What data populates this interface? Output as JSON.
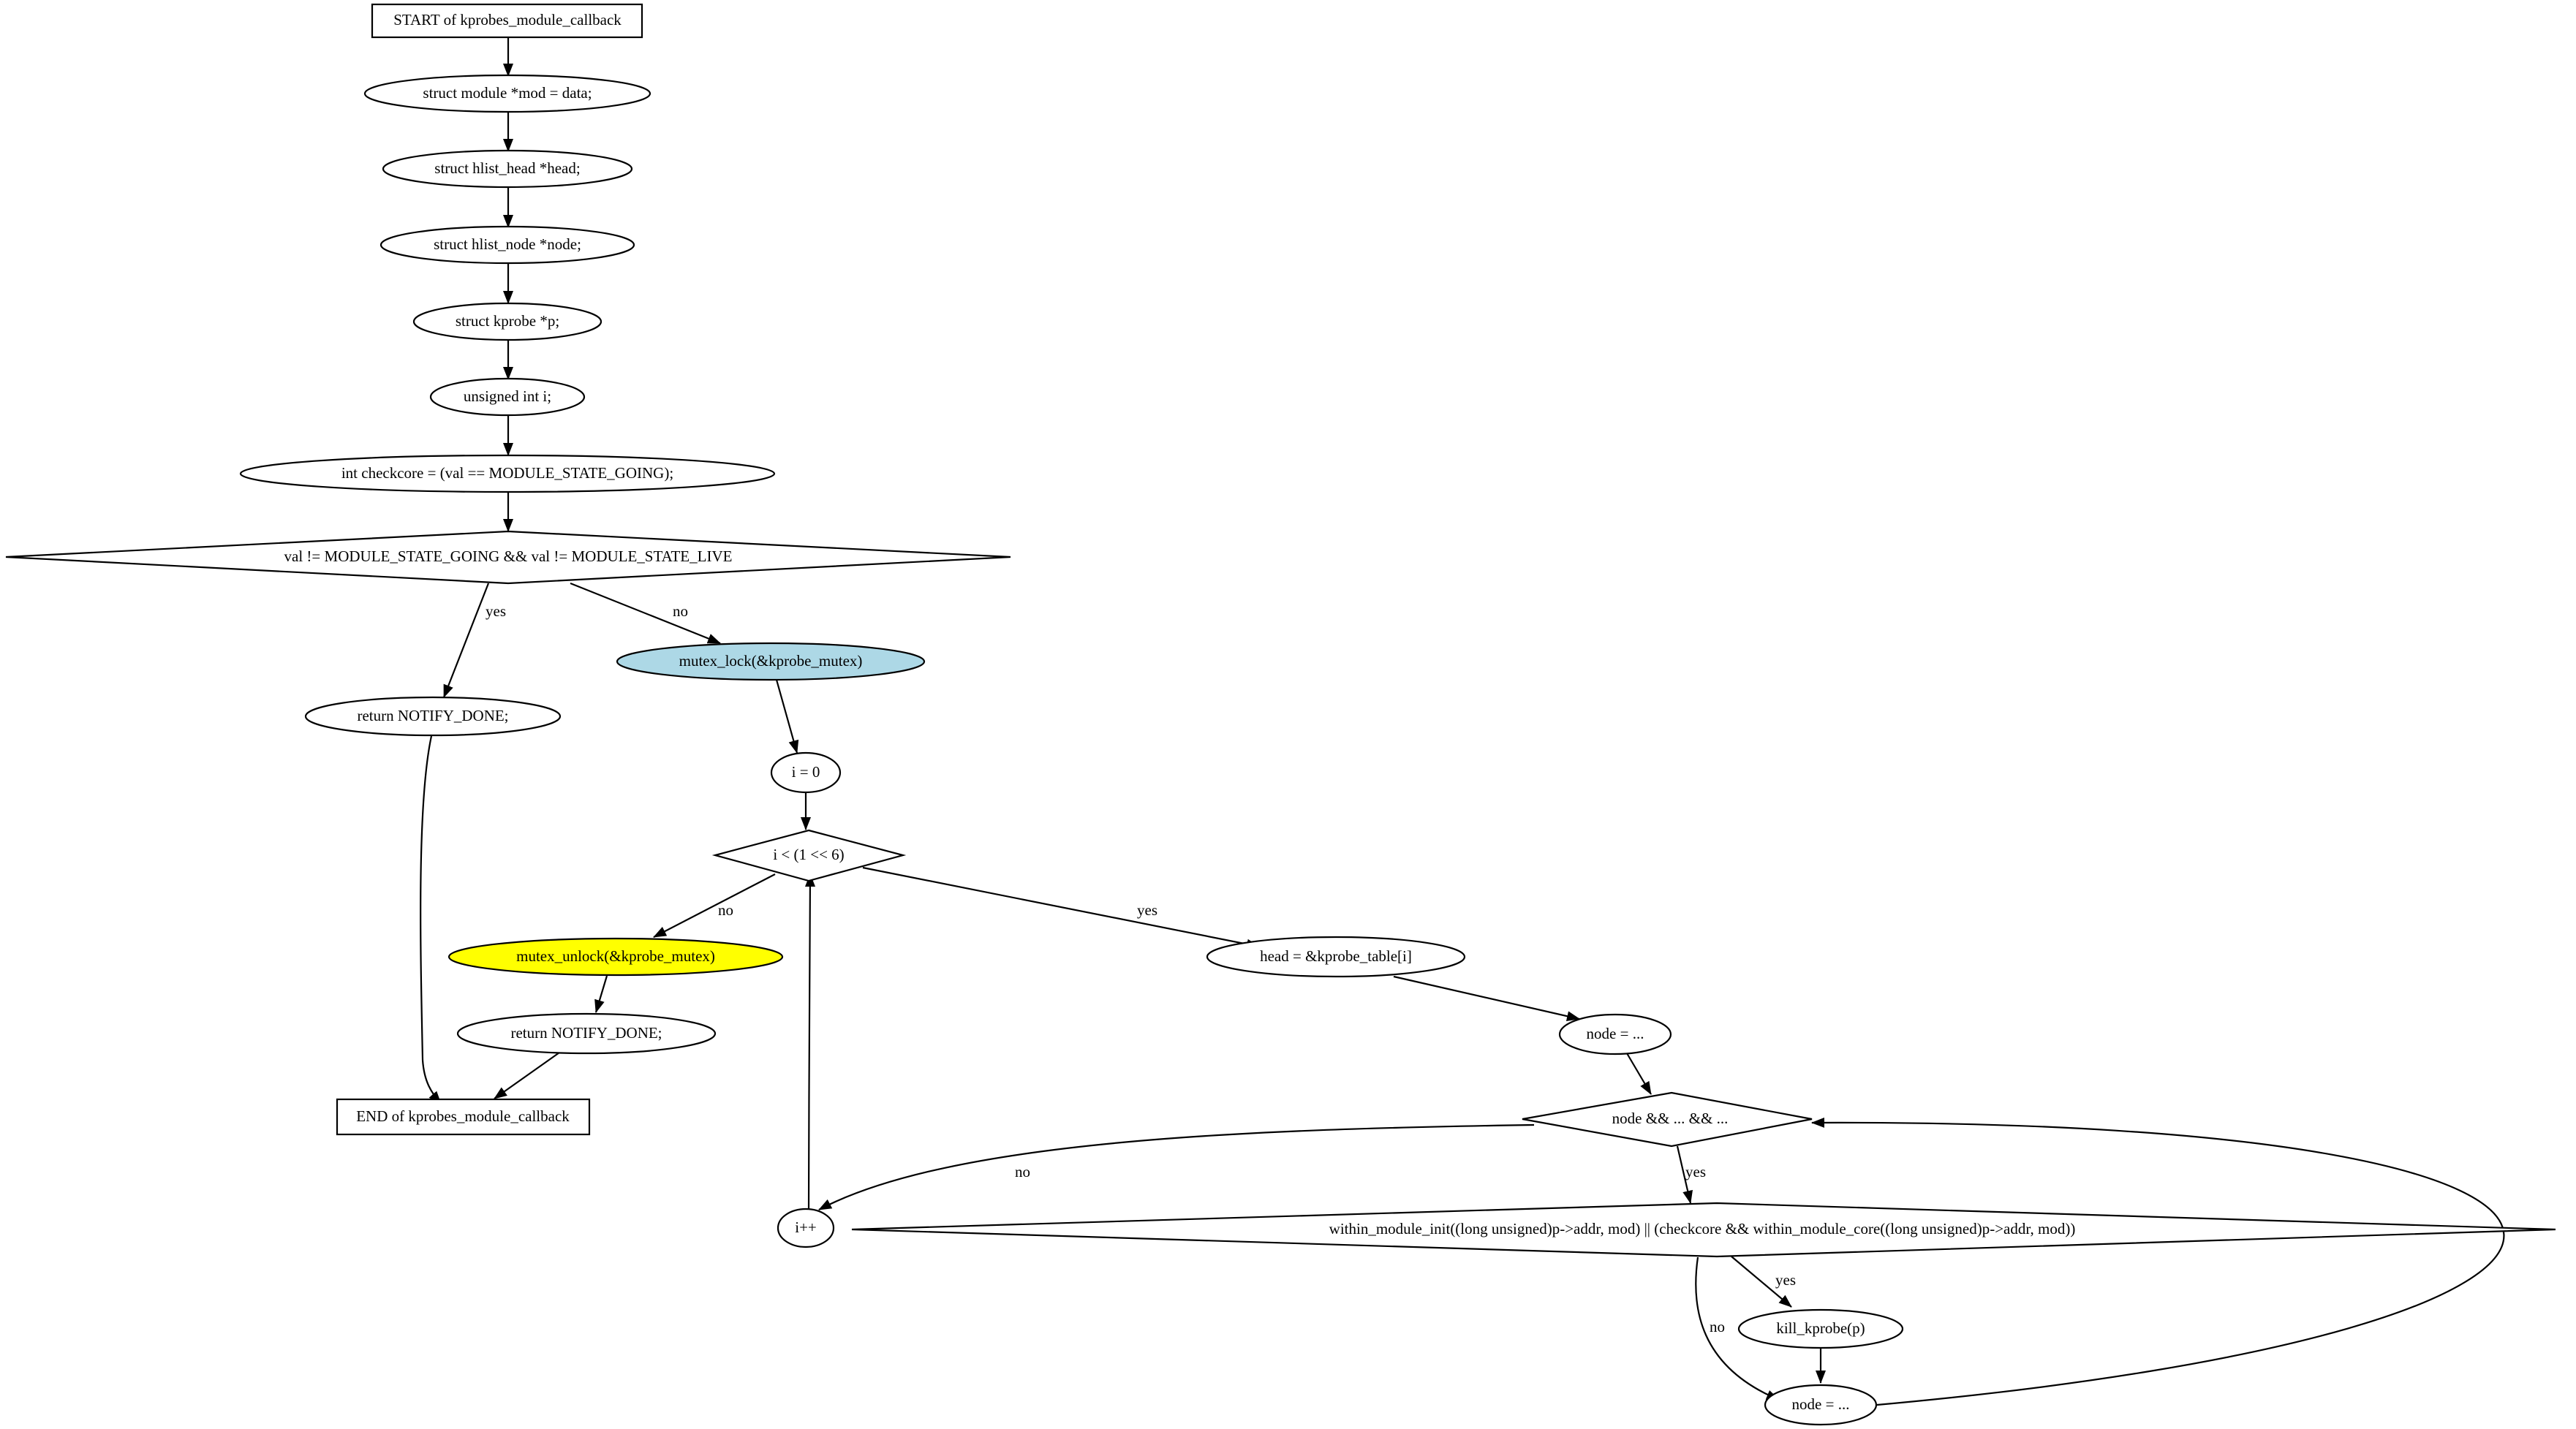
{
  "colors": {
    "stroke": "#000000",
    "background": "#ffffff",
    "lock_fill": "#add8e6",
    "unlock_fill": "#ffff00"
  },
  "nodes": {
    "start": "START of kprobes_module_callback",
    "mod": "struct module *mod = data;",
    "head_decl": "struct hlist_head *head;",
    "node_decl": "struct hlist_node *node;",
    "p_decl": "struct kprobe *p;",
    "i_decl": "unsigned int i;",
    "checkcore": "int checkcore = (val == MODULE_STATE_GOING);",
    "cond_state": "val != MODULE_STATE_GOING && val != MODULE_STATE_LIVE",
    "return_done1": "return NOTIFY_DONE;",
    "mutex_lock": "mutex_lock(&kprobe_mutex)",
    "i_init": "i = 0",
    "loop_cond": "i < (1 << 6)",
    "mutex_unlock": "mutex_unlock(&kprobe_mutex)",
    "return_done2": "return NOTIFY_DONE;",
    "end": "END of kprobes_module_callback",
    "head_assign": "head = &kprobe_table[i]",
    "node_assign1": "node = ...",
    "node_cond": "node && ... && ...",
    "i_inc": "i++",
    "within_cond": "within_module_init((long unsigned)p->addr, mod) || (checkcore && within_module_core((long unsigned)p->addr, mod))",
    "kill": "kill_kprobe(p)",
    "node_assign2": "node = ..."
  },
  "edge_labels": {
    "state_yes": "yes",
    "state_no": "no",
    "loop_no": "no",
    "loop_yes": "yes",
    "node_yes": "yes",
    "node_no": "no",
    "within_yes": "yes",
    "within_no": "no"
  }
}
